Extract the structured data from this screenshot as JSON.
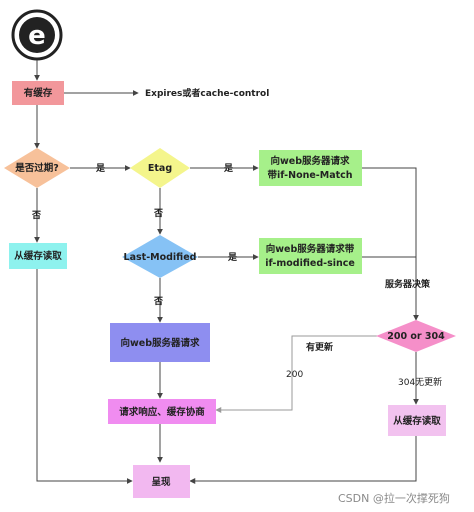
{
  "logo": {
    "letter": "e"
  },
  "nodes": {
    "has_cache": "有缓存",
    "expired": "是否过期?",
    "etag": "Etag",
    "request_if_none_match_line1": "向web服务器请求",
    "request_if_none_match_line2": "带if-None-Match",
    "read_cache_left": "从缓存读取",
    "last_modified": "Last-Modified",
    "request_if_modified_since_line1": "向web服务器请求带",
    "request_if_modified_since_line2": "if-modified-since",
    "request_server": "向web服务器请求",
    "status_decision": "200 or 304",
    "response_negotiation": "请求响应、缓存协商",
    "read_cache_right": "从缓存读取",
    "present": "呈现"
  },
  "labels": {
    "expires_or_cache_control": "Expires或者cache-control",
    "yes_expired": "是",
    "yes_etag": "是",
    "yes_last_modified": "是",
    "no_expired": "否",
    "no_etag": "否",
    "no_last_modified": "否",
    "server_decision": "服务器决策",
    "has_update": "有更新",
    "code_200": "200",
    "code_304_no_update": "304无更新"
  },
  "watermark": "CSDN @拉一次撑死狗",
  "colors": {
    "has_cache": "#f2979b",
    "expired": "#f7c19a",
    "etag": "#f4f58c",
    "request_green": "#a6f08a",
    "read_cache_left": "#8ef2ee",
    "last_modified": "#86c2f5",
    "request_server": "#8e8ef0",
    "status_decision": "#f58fc9",
    "response_negotiation": "#f08cf0",
    "read_cache_right": "#f2c2ef",
    "present": "#f2b8f0"
  }
}
